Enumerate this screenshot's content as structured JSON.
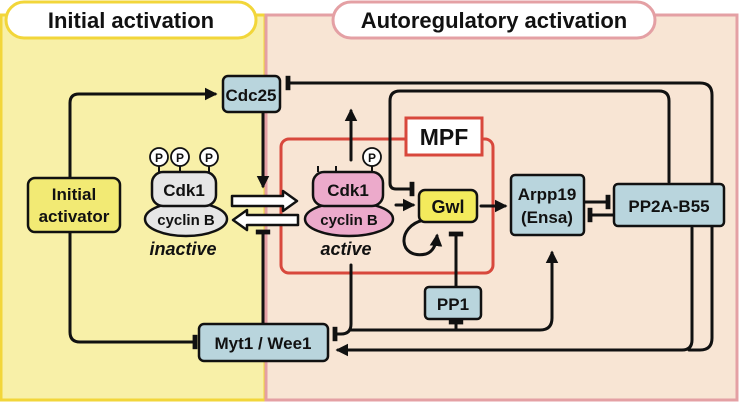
{
  "regions": {
    "initial": {
      "title": "Initial activation",
      "fill": "#f8f0a8",
      "border": "#f2d63a"
    },
    "auto": {
      "title": "Autoregulatory activation",
      "fill": "#f8e5d4",
      "border": "#e4a0a4"
    }
  },
  "mpf": {
    "label": "MPF",
    "border": "#d8483c"
  },
  "nodes": {
    "cdc25": "Cdc25",
    "initial_activator": [
      "Initial",
      "activator"
    ],
    "cdk1_inactive": "Cdk1",
    "cyclinb_inactive": "cyclin B",
    "inactive": "inactive",
    "cdk1_active": "Cdk1",
    "cyclinb_active": "cyclin B",
    "active": "active",
    "gwl": "Gwl",
    "arpp19": [
      "Arpp19",
      "(Ensa)"
    ],
    "pp2a": "PP2A-B55",
    "pp1": "PP1",
    "myt1": "Myt1 / Wee1",
    "phospho": "P"
  },
  "colors": {
    "node_fill": "#b9d5dd",
    "cdk_active_fill": "#ecaacb",
    "cdk_inactive_fill": "#e6e6e6",
    "gwl_fill": "#f3ea5c",
    "activator_fill": "#f2ea74"
  }
}
